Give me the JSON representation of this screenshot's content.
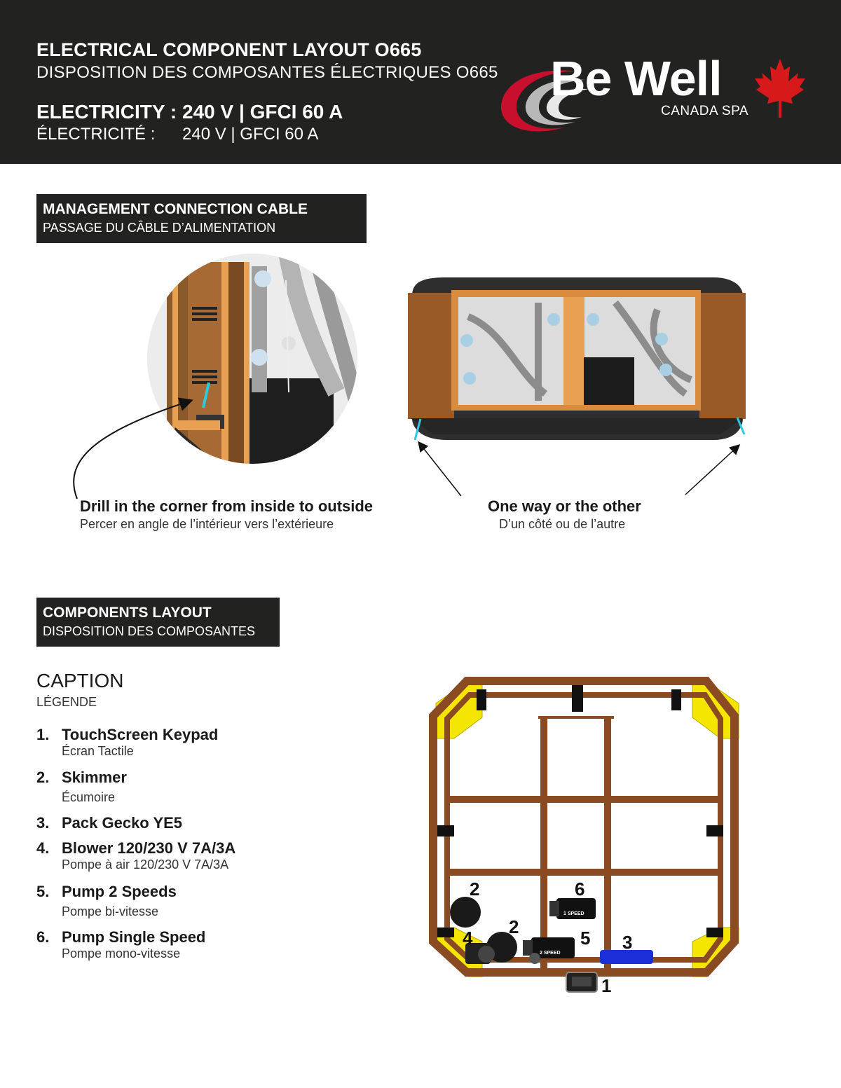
{
  "header": {
    "title": "ELECTRICAL COMPONENT LAYOUT O665",
    "subtitle": "DISPOSITION DES COMPOSANTES ÉLECTRIQUES O665",
    "electricity_label": "ELECTRICITY :",
    "electricity_value": "240 V | GFCI 60 A",
    "electricite_label": "ÉLECTRICITÉ :",
    "electricite_value": "240 V | GFCI 60 A"
  },
  "logo": {
    "brand": "Be Well",
    "tagline": "CANADA SPA",
    "colors": {
      "swoosh_red": "#c8102e",
      "swoosh_grey": "#b0b0b0",
      "maple": "#d7191c"
    }
  },
  "section1": {
    "title": "MANAGEMENT CONNECTION CABLE",
    "subtitle": "PASSAGE DU CÂBLE D’ALIMENTATION"
  },
  "callouts": {
    "drill_main": "Drill in the corner from inside to outside",
    "drill_sub": "Percer en angle de l’intérieur vers l’extérieure",
    "oneway_main": "One way or the other",
    "oneway_sub": "D’un côté ou de l’autre"
  },
  "section2": {
    "title": "COMPONENTS LAYOUT",
    "subtitle": "DISPOSITION DES COMPOSANTES"
  },
  "caption": {
    "title": "CAPTION",
    "subtitle": "LÉGENDE",
    "items": [
      {
        "num": "1.",
        "main": "TouchScreen Keypad",
        "sub": "Écran Tactile"
      },
      {
        "num": "2.",
        "main": "Skimmer",
        "sub": "Écumoire"
      },
      {
        "num": "3.",
        "main": "Pack Gecko YE5",
        "sub": ""
      },
      {
        "num": "4.",
        "main": "Blower 120/230 V 7A/3A",
        "sub": "Pompe à air 120/230 V 7A/3A"
      },
      {
        "num": "5.",
        "main": "Pump 2 Speeds",
        "sub": "Pompe bi-vitesse"
      },
      {
        "num": "6.",
        "main": "Pump Single Speed",
        "sub": "Pompe mono-vitesse"
      }
    ]
  },
  "diagram_labels": {
    "n1": "1",
    "n2a": "2",
    "n2b": "2",
    "n3": "3",
    "n4": "4",
    "n5": "5",
    "n6": "6",
    "pump1_text": "1 SPEED",
    "pump2_text": "2 SPEED"
  },
  "colors": {
    "wood": "#8a4a22",
    "frame_yellow": "#f4e600",
    "header_bg": "#222221",
    "cable_cyan": "#2ec9e0",
    "pack_blue": "#1a2fd8"
  }
}
